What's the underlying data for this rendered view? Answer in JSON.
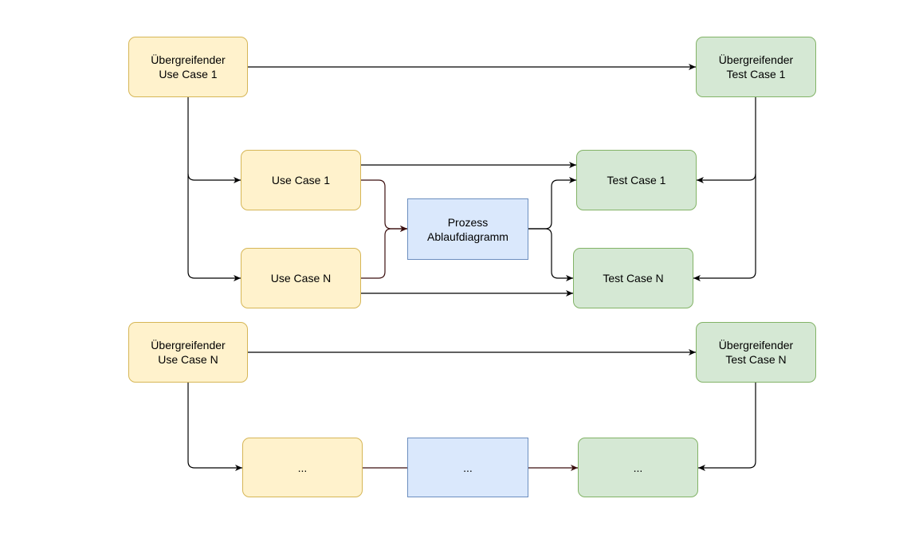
{
  "diagram": {
    "nodes": {
      "overarching_use_case_1": "Übergreifender\nUse Case 1",
      "overarching_test_case_1": "Übergreifender\nTest Case 1",
      "use_case_1": "Use Case 1",
      "test_case_1": "Test Case 1",
      "process_flowchart": "Prozess\nAblaufdiagramm",
      "use_case_n": "Use Case N",
      "test_case_n": "Test Case N",
      "overarching_use_case_n": "Übergreifender\nUse Case N",
      "overarching_test_case_n": "Übergreifender\nTest Case N",
      "ellipsis_use_case": "...",
      "ellipsis_process": "...",
      "ellipsis_test_case": "..."
    },
    "edges": [
      {
        "from": "overarching_use_case_1",
        "to": "overarching_test_case_1"
      },
      {
        "from": "overarching_use_case_1",
        "to": "use_case_1"
      },
      {
        "from": "overarching_use_case_1",
        "to": "use_case_n"
      },
      {
        "from": "overarching_test_case_1",
        "to": "test_case_1"
      },
      {
        "from": "overarching_test_case_1",
        "to": "test_case_n"
      },
      {
        "from": "use_case_1",
        "to": "test_case_1"
      },
      {
        "from": "use_case_1",
        "to": "process_flowchart"
      },
      {
        "from": "use_case_n",
        "to": "process_flowchart"
      },
      {
        "from": "use_case_n",
        "to": "test_case_n"
      },
      {
        "from": "process_flowchart",
        "to": "test_case_1"
      },
      {
        "from": "process_flowchart",
        "to": "test_case_n"
      },
      {
        "from": "overarching_use_case_n",
        "to": "overarching_test_case_n"
      },
      {
        "from": "overarching_use_case_n",
        "to": "ellipsis_use_case"
      },
      {
        "from": "overarching_test_case_n",
        "to": "ellipsis_test_case"
      },
      {
        "from": "ellipsis_use_case",
        "to": "ellipsis_process"
      },
      {
        "from": "ellipsis_process",
        "to": "ellipsis_test_case"
      }
    ],
    "colors": {
      "use_case_fill": "#fff2cc",
      "use_case_stroke": "#d6b656",
      "test_case_fill": "#d5e8d4",
      "test_case_stroke": "#82b366",
      "process_fill": "#dae8fc",
      "process_stroke": "#6c8ebf",
      "edge": "#000000",
      "edge_dark": "#3b0f0f"
    }
  }
}
